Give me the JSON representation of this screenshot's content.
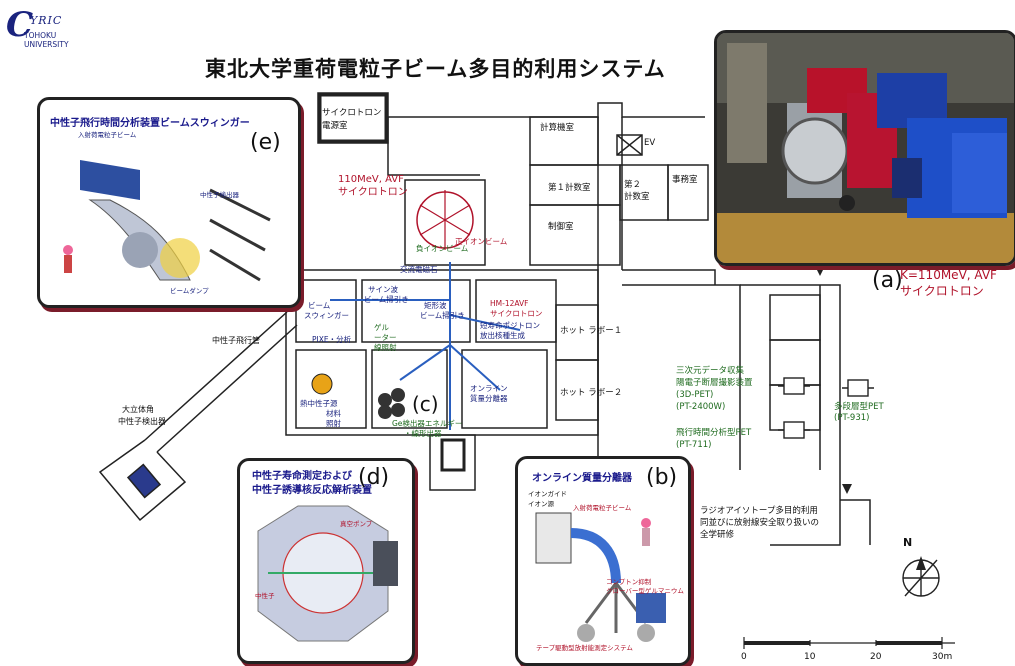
{
  "logo": {
    "c": "C",
    "yric": "YRIC",
    "line1": "TOHOKU",
    "line2": "UNIVERSITY"
  },
  "title": "東北大学重荷電粒子ビーム多目的利用システム",
  "panels": {
    "e": {
      "title": "中性子飛行時間分析装置ビームスウィンガー",
      "letter": "(e)",
      "labels": [
        "入射荷電粒子ビーム",
        "ビームダンプ",
        "中性子検出器"
      ]
    },
    "d": {
      "title1": "中性子寿命測定および",
      "title2": "中性子誘導核反応解析装置",
      "letter": "(d)",
      "labels": [
        "真空ポンプ",
        "中性子"
      ]
    },
    "b": {
      "title": "オンライン質量分離器",
      "letter": "(b)",
      "labels": [
        "イオンガイド",
        "イオン源",
        "入射荷電粒子ビーム",
        "コンプトン抑制",
        "クローバー型ゲルマニウム",
        "テープ駆動型放射能測定システム"
      ]
    },
    "a": {
      "letter": "(a)",
      "line1": "K=110MeV, AVF",
      "line2": "サイクロトロン"
    }
  },
  "floorplan": {
    "cyclotron_room": "サイクロトロン",
    "cyclotron_room2": "電源室",
    "computer_room": "計算機室",
    "ev": "EV",
    "calc1": "第１計数室",
    "calc2a": "第２",
    "calc2b": "計数室",
    "office": "事務室",
    "control": "制御室",
    "avf_line1": "110MeV, AVF",
    "avf_line2": "サイクロトロン",
    "neg_ion": "負イオンビーム",
    "pos_ion": "正イオンビーム",
    "ac_magnet": "交流電磁石",
    "beam_swinger_a": "ビーム",
    "beam_swinger_b": "スウィンガー",
    "sine_a": "サイン波",
    "sine_b": "ビーム掃引き",
    "rect_a": "矩形波",
    "rect_b": "ビーム掃引き",
    "hm12_a": "HM-12AVF",
    "hm12_b": "サイクロトロン",
    "pos_a": "短寿命ポジトロン",
    "pos_b": "放出核種生成",
    "pixe": "PIXE・分析",
    "gel_a": "ゲル",
    "gel_b": "ーター",
    "gel_c": "線照射",
    "thermal_a": "熱中性子源",
    "thermal_b": "材料",
    "thermal_c": "照射",
    "online_a": "オンライン",
    "online_b": "質量分離器",
    "c_letter": "(c)",
    "ge_a": "Ge検出器エネルギー",
    "ge_b": "・線形出器",
    "hotlab1": "ホット ラボー１",
    "hotlab2": "ホット ラボー２",
    "neutron_tof": "中性子飛行管",
    "big_solid_a": "大立体角",
    "big_solid_b": "中性子検出器"
  },
  "pet": {
    "line1": "三次元データ収集",
    "line2": "陽電子断層撮影装置",
    "line3": "(3D-PET)",
    "line4": "(PT-2400W)",
    "tof1": "飛行時間分析型PET",
    "tof2": "(PT-711)",
    "multi1": "多段層型PET",
    "multi2": "(PT-931)"
  },
  "ri": {
    "line1": "ラジオアイソトープ多目的利用",
    "line2": "同並びに放射線安全取り扱いの",
    "line3": "全学研修"
  },
  "compass": "N",
  "scale": {
    "labels": [
      "0",
      "10",
      "20",
      "30m"
    ]
  },
  "colors": {
    "title_blue": "#1a1a8c",
    "red": "#b0122a",
    "green": "#1f6b1f",
    "shadow": "#7a1c2a"
  }
}
